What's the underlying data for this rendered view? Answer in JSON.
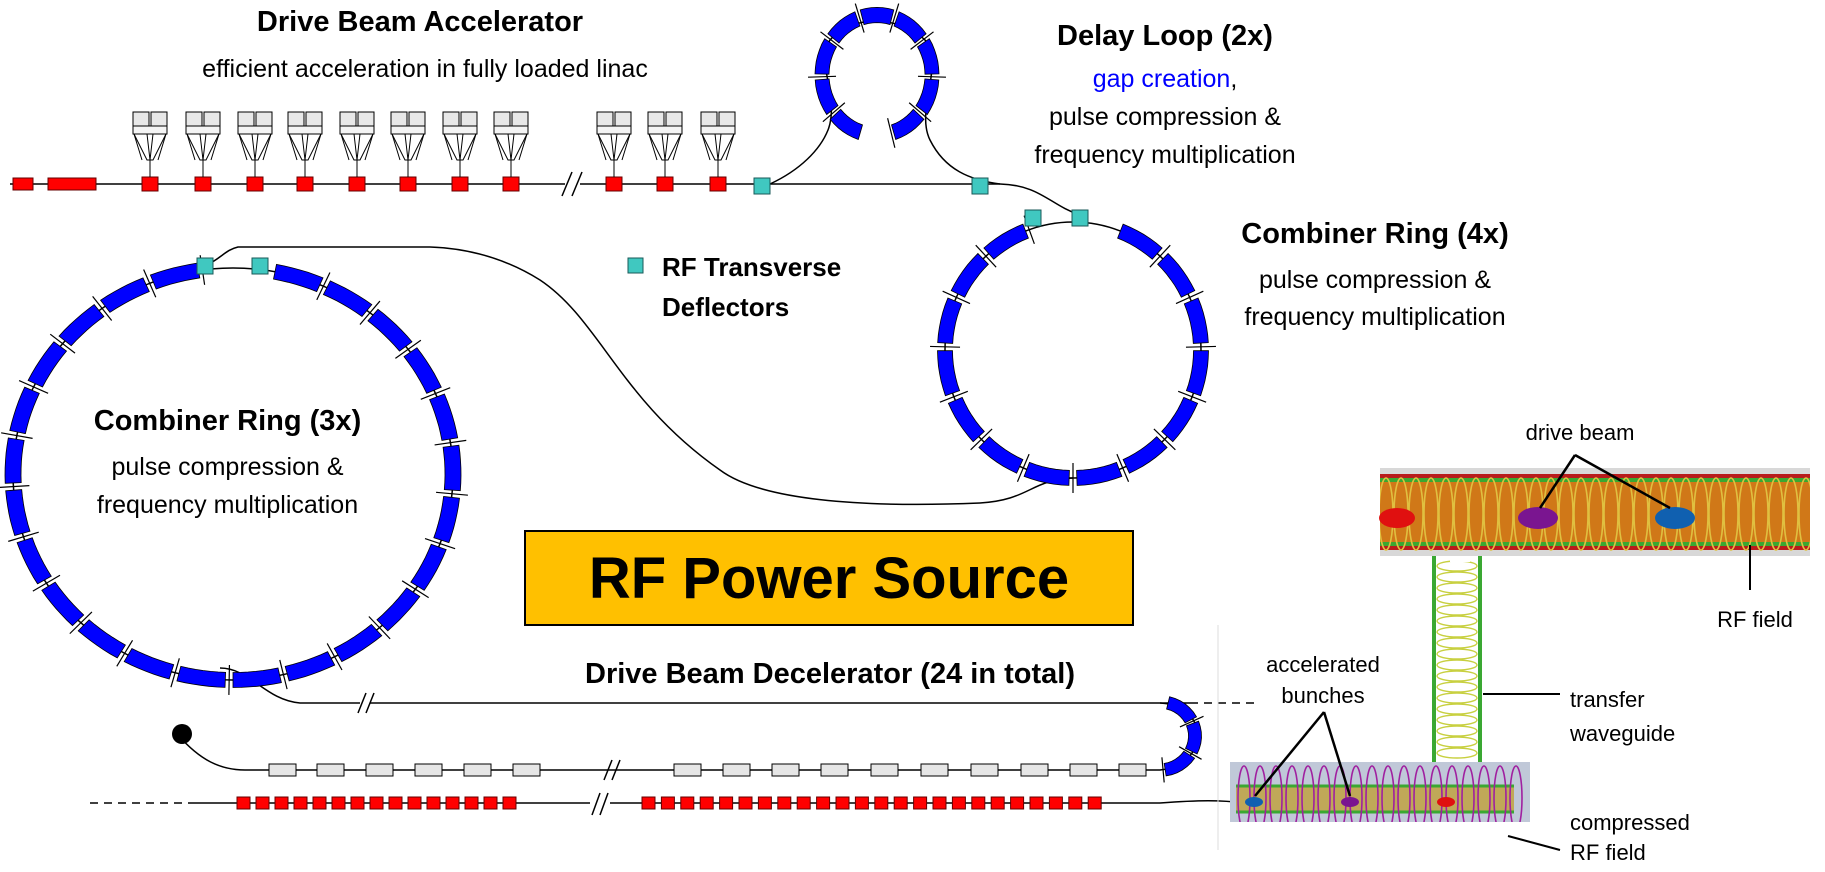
{
  "colors": {
    "magnet": "#0000ff",
    "accelerating_structure": "#ff0000",
    "deflector": "#40c8c0",
    "power_source_box": "#ffc000",
    "waveguide_green": "#3aa832",
    "rf_field_yellow": "#e0c040",
    "compressed_field_purple": "#a020a0"
  },
  "drive_beam_accelerator": {
    "title": "Drive Beam Accelerator",
    "subtitle": "efficient acceleration in fully loaded linac"
  },
  "delay_loop": {
    "title": "Delay Loop (2x)",
    "line1_link": "gap creation",
    "line1_suffix": ",",
    "line2": "pulse compression &",
    "line3": "frequency multiplication"
  },
  "combiner_ring_4x": {
    "title": "Combiner Ring (4x)",
    "line1": "pulse compression &",
    "line2": "frequency multiplication"
  },
  "combiner_ring_3x": {
    "title": "Combiner Ring (3x)",
    "line1": "pulse compression &",
    "line2": "frequency multiplication"
  },
  "legend": {
    "line1": "RF Transverse",
    "line2": "Deflectors"
  },
  "power_source": {
    "label": "RF Power Source"
  },
  "decelerator": {
    "title": "Drive Beam Decelerator (24 in total)"
  },
  "inset": {
    "drive_beam": "drive beam",
    "rf_field": "RF field",
    "accelerated_line1": "accelerated",
    "accelerated_line2": "bunches",
    "transfer_line1": "transfer",
    "transfer_line2": "waveguide",
    "compressed_line1": "compressed",
    "compressed_line2": "RF field"
  }
}
